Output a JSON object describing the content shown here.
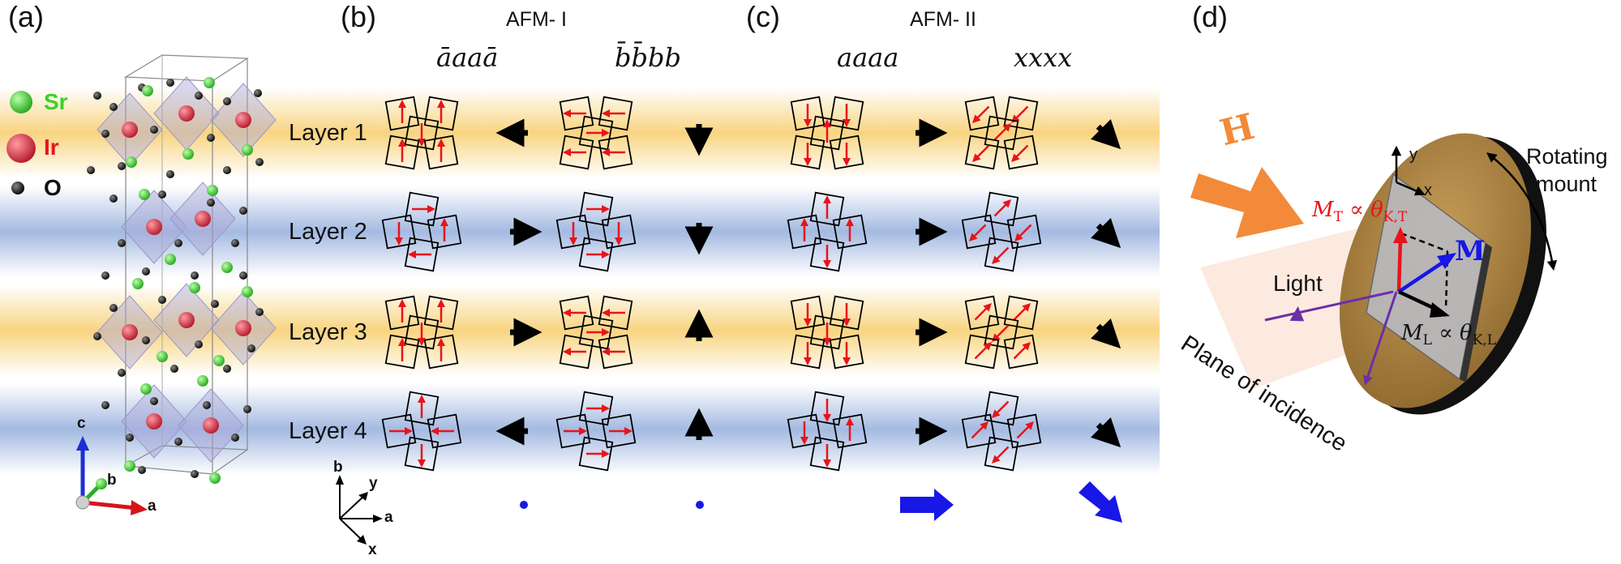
{
  "panels": {
    "a_label": "(a)",
    "b_label": "(b)",
    "c_label": "(c)",
    "d_label": "(d)"
  },
  "legend": {
    "sr": "Sr",
    "ir": "Ir",
    "o": "O"
  },
  "axes_a": {
    "c": "c",
    "b": "b",
    "a": "a"
  },
  "axes_b": {
    "b": "b",
    "y": "y",
    "a": "a",
    "x": "x"
  },
  "afm1": {
    "title": "AFM- I",
    "config1": "āaaā",
    "config2": "b̄b̄bb"
  },
  "afm2": {
    "title": "AFM- II",
    "config1": "aaaa",
    "config2": "xxxx"
  },
  "layers": [
    "Layer 1",
    "Layer 2",
    "Layer 3",
    "Layer 4"
  ],
  "panel_d": {
    "field": "H",
    "rotating_line1": "Rotating",
    "rotating_line2": "mount",
    "mt_label": "M",
    "mt_sub": "T",
    "mt_rel": "∝ θ",
    "mt_rel_sub": "K,T",
    "m_label": "M",
    "ml_label": "M",
    "ml_sub": "L",
    "ml_rel": "∝ θ",
    "ml_rel_sub": "K,L",
    "axis_y": "y",
    "axis_x": "x",
    "light": "Light",
    "plane": "Plane of incidence"
  },
  "colors": {
    "band_yellow": "#f8d27a",
    "band_blue": "#9fb6e0",
    "spin_red": "#e8141a",
    "net_blue": "#1717e6",
    "sr_green": "#39d12c",
    "ir_red": "#d62a3a",
    "mount_brown": "#a8823f",
    "h_orange": "#f28a3a",
    "light_purple": "#6b2fa8"
  }
}
